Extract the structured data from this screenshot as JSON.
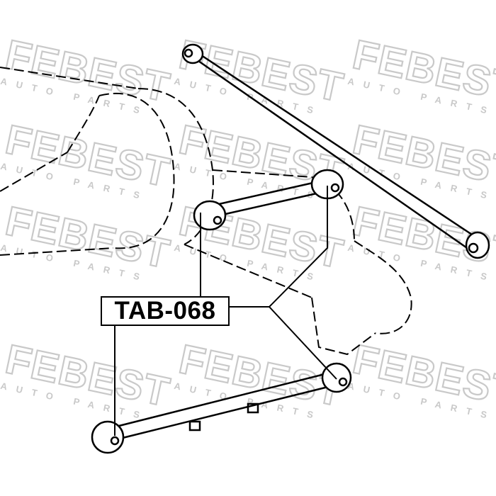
{
  "watermark": {
    "brand": "FEBEST",
    "tagline": "AUTO PARTS"
  },
  "part_label": "TAB-068",
  "colors": {
    "line": "#000000",
    "watermark": "#c9c9c9",
    "background": "#ffffff"
  }
}
